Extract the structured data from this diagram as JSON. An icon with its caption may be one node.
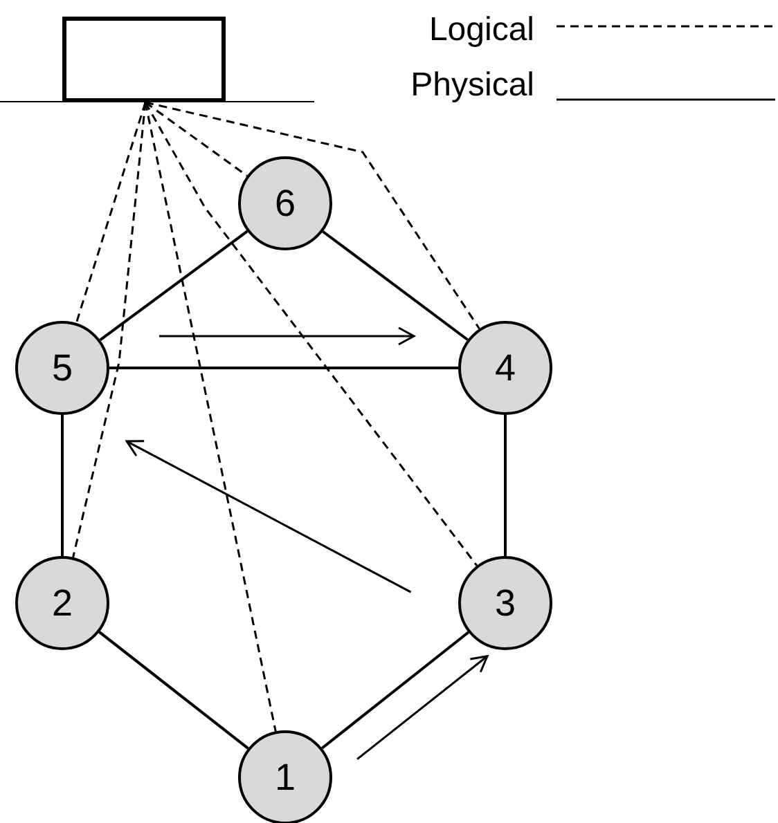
{
  "diagram": {
    "nodes": [
      {
        "text": [],
        "shape": "box"
      },
      {
        "text": [
          "6"
        ]
      },
      {
        "text": [
          "5"
        ]
      },
      {
        "text": [
          "4"
        ]
      },
      {
        "text": [
          "2"
        ]
      },
      {
        "text": [
          "3"
        ]
      },
      {
        "text": [
          "1"
        ]
      }
    ],
    "edges": [
      {
        "from": 1,
        "to": 2,
        "arrow": "none"
      },
      {
        "from": 1,
        "to": 3,
        "arrow": "none"
      },
      {
        "from": 2,
        "to": 3,
        "arrow": "none"
      },
      {
        "from": 2,
        "to": 4,
        "arrow": "none"
      },
      {
        "from": 3,
        "to": 5,
        "arrow": "none"
      },
      {
        "from": 4,
        "to": 6,
        "arrow": "none"
      },
      {
        "from": 6,
        "to": 5,
        "arrow": "none"
      },
      {
        "from": 0,
        "to": 1,
        "arrow": "none",
        "style": "dashed"
      },
      {
        "from": 0,
        "to": 2,
        "arrow": "none",
        "style": "dashed"
      },
      {
        "from": 0,
        "to": 4,
        "arrow": "none",
        "style": "dashed"
      },
      {
        "from": 0,
        "to": 6,
        "arrow": "none",
        "style": "dashed"
      },
      {
        "from": 0,
        "to": 5,
        "arrow": "none",
        "style": "dashed"
      },
      {
        "from": 0,
        "to": 3,
        "arrow": "none",
        "style": "dashed"
      },
      {
        "from": 2,
        "to": 3,
        "arrow": "to"
      },
      {
        "from": 5,
        "to": 2,
        "arrow": "to"
      },
      {
        "from": 6,
        "to": 5,
        "arrow": "to"
      }
    ],
    "legend": [
      {
        "text": "Logical"
      },
      {
        "text": "Physical"
      }
    ]
  }
}
